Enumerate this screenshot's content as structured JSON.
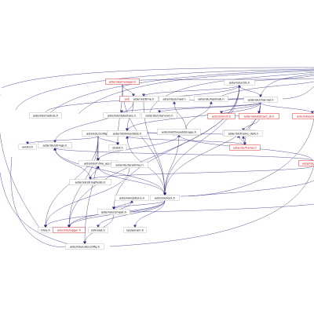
{
  "nodes": [
    {
      "id": "manager",
      "label": "asterisk/manager.h",
      "red": true
    },
    {
      "id": "module",
      "label": "asterisk/module.h",
      "red": false
    },
    {
      "id": "utils",
      "label": "asterisk/utils.h",
      "red": false
    },
    {
      "id": "channel",
      "label": "asterisk/channel.h",
      "red": false
    },
    {
      "id": "cli",
      "label": "asterisk/cli.h",
      "red": true
    },
    {
      "id": "config",
      "label": "asterisk/config.h",
      "red": false
    },
    {
      "id": "abstract_jb",
      "label": "asterisk/abstract_jb.h",
      "red": true
    },
    {
      "id": "frame",
      "label": "asterisk/frame.h",
      "red": true
    },
    {
      "id": "lock",
      "label": "asterisk/lock.h",
      "red": false
    },
    {
      "id": "linkedlists",
      "label": "asterisk/linkedlists.h",
      "red": false
    },
    {
      "id": "inline_api",
      "label": "asterisk/inline_api.h",
      "red": false
    },
    {
      "id": "logger",
      "label": "asterisk/logger.h",
      "red": true
    },
    {
      "id": "compat",
      "label": "asterisk/compat.h",
      "red": false
    },
    {
      "id": "autoconfig",
      "label": "asterisk/autoconfig.h",
      "red": false
    },
    {
      "id": "strings",
      "label": "asterisk/strings.h",
      "red": false
    },
    {
      "id": "time",
      "label": "time.h",
      "red": false
    },
    {
      "id": "pthread",
      "label": "pthread.h",
      "red": false
    },
    {
      "id": "sysparam",
      "label": "sys/param.h",
      "red": false
    },
    {
      "id": "stdint",
      "label": "stdint.h",
      "red": false
    },
    {
      "id": "unistd",
      "label": "unistd.h",
      "red": false
    },
    {
      "id": "endian",
      "label": "asterisk/endian.h",
      "red": false
    },
    {
      "id": "frame_defs",
      "label": "asterisk/frame_defs.h",
      "red": false
    },
    {
      "id": "chanvars",
      "label": "asterisk/chanvars.h",
      "red": false
    },
    {
      "id": "datastore",
      "label": "asterisk/datastore.h",
      "red": false
    },
    {
      "id": "sched",
      "label": "asterisk/sched.h",
      "red": false
    },
    {
      "id": "hashtab",
      "label": "asterisk/hashtab.h",
      "red": false
    },
    {
      "id": "cdr",
      "label": "asterisk/cdr.h",
      "red": true
    },
    {
      "id": "pbx",
      "label": "asterisk/pbx.h",
      "red": false
    },
    {
      "id": "stringfields",
      "label": "asterisk/stringfields.h",
      "red": false
    },
    {
      "id": "threadstorage",
      "label": "asterisk/threadstorage.h",
      "red": false
    },
    {
      "id": "localtime",
      "label": "asterisk/localtime.h",
      "red": false
    },
    {
      "id": "poll_compat",
      "label": "asterisk/poll-compat.h",
      "red": true
    },
    {
      "id": "app",
      "label": "asterisk/app.h",
      "red": true
    },
    {
      "id": "options",
      "label": "asterisk/options.h",
      "red": false
    },
    {
      "id": "time_ast",
      "label": "asterisk/time.h",
      "red": false
    }
  ],
  "edges": [
    [
      "manager",
      "lock"
    ],
    [
      "manager",
      "cli"
    ],
    [
      "manager",
      "stdint"
    ],
    [
      "utils",
      "lock"
    ],
    [
      "utils",
      "channel"
    ],
    [
      "utils",
      "time_ast"
    ],
    [
      "utils",
      "logger"
    ],
    [
      "utils",
      "compat"
    ],
    [
      "channel",
      "abstract_jb"
    ],
    [
      "channel",
      "frame"
    ],
    [
      "channel",
      "cdr"
    ],
    [
      "channel",
      "datastore"
    ],
    [
      "channel",
      "chanvars"
    ],
    [
      "channel",
      "hashtab"
    ],
    [
      "channel",
      "sched"
    ],
    [
      "channel",
      "lock"
    ],
    [
      "channel",
      "poll_compat"
    ],
    [
      "channel",
      "linkedlists"
    ],
    [
      "module",
      "utils"
    ],
    [
      "cli",
      "linkedlists"
    ],
    [
      "cli",
      "strings"
    ],
    [
      "config",
      "linkedlists"
    ],
    [
      "config",
      "inline_api"
    ],
    [
      "config",
      "unistd"
    ],
    [
      "config",
      "endian"
    ],
    [
      "config",
      "stdint"
    ],
    [
      "config",
      "time"
    ],
    [
      "config",
      "logger"
    ],
    [
      "config",
      "autoconfig"
    ],
    [
      "frame",
      "endian"
    ],
    [
      "frame",
      "linkedlists"
    ],
    [
      "frame",
      "frame_defs"
    ],
    [
      "abstract_jb",
      "frame_defs"
    ],
    [
      "abstract_jb",
      "cdr"
    ],
    [
      "lock",
      "logger"
    ],
    [
      "lock",
      "pthread"
    ],
    [
      "lock",
      "sysparam"
    ],
    [
      "lock",
      "time"
    ],
    [
      "lock",
      "inline_api"
    ],
    [
      "lock",
      "compat"
    ],
    [
      "linkedlists",
      "lock"
    ],
    [
      "threadstorage",
      "lock"
    ],
    [
      "threadstorage",
      "inline_api"
    ],
    [
      "logger",
      "options"
    ],
    [
      "options",
      "compat"
    ],
    [
      "compat",
      "autoconfig"
    ],
    [
      "strings",
      "lock"
    ],
    [
      "stringfields",
      "inline_api"
    ],
    [
      "stringfields",
      "strings"
    ],
    [
      "localtime",
      "time"
    ],
    [
      "pbx",
      "sched"
    ],
    [
      "pbx",
      "hashtab"
    ],
    [
      "pbx",
      "linkedlists"
    ],
    [
      "app",
      "stringfields"
    ],
    [
      "app",
      "strings"
    ],
    [
      "app",
      "threadstorage"
    ],
    [
      "time_ast",
      "lock"
    ]
  ]
}
